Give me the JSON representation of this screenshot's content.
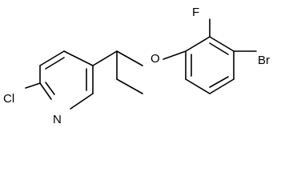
{
  "molecule": {
    "atoms": {
      "chlorine": "Cl",
      "nitrogen": "N",
      "oxygen": "O",
      "fluorine": "F",
      "bromine": "Br"
    }
  },
  "colors": {
    "bond": "#000000",
    "label": "#000000",
    "background": "#ffffff"
  }
}
